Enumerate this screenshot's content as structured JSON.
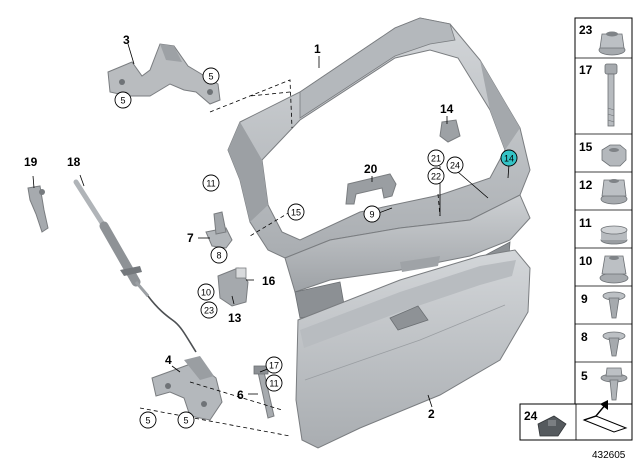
{
  "diagram": {
    "document_number": "432605",
    "callouts": [
      {
        "id": "c1",
        "label": "1"
      },
      {
        "id": "c2",
        "label": "2"
      },
      {
        "id": "c3",
        "label": "3"
      },
      {
        "id": "c4",
        "label": "4"
      },
      {
        "id": "c6",
        "label": "6"
      },
      {
        "id": "c7",
        "label": "7"
      },
      {
        "id": "c13",
        "label": "13"
      },
      {
        "id": "c14",
        "label": "14"
      },
      {
        "id": "c16",
        "label": "16"
      },
      {
        "id": "c18",
        "label": "18"
      },
      {
        "id": "c19",
        "label": "19"
      },
      {
        "id": "c20",
        "label": "20"
      }
    ],
    "circled_callouts": [
      {
        "id": "k5a",
        "label": "5"
      },
      {
        "id": "k5b",
        "label": "5"
      },
      {
        "id": "k11a",
        "label": "11"
      },
      {
        "id": "k15",
        "label": "15"
      },
      {
        "id": "k8",
        "label": "8"
      },
      {
        "id": "k10",
        "label": "10"
      },
      {
        "id": "k23",
        "label": "23"
      },
      {
        "id": "k9",
        "label": "9"
      },
      {
        "id": "k21",
        "label": "21"
      },
      {
        "id": "k22",
        "label": "22"
      },
      {
        "id": "k24",
        "label": "24"
      },
      {
        "id": "k14",
        "label": "14"
      },
      {
        "id": "k17",
        "label": "17"
      },
      {
        "id": "k11b",
        "label": "11"
      },
      {
        "id": "k5c",
        "label": "5"
      },
      {
        "id": "k5d",
        "label": "5"
      }
    ],
    "sidebar_parts": [
      {
        "label": "23",
        "icon": "flange-nut-icon"
      },
      {
        "label": "17",
        "icon": "long-bolt-icon"
      },
      {
        "label": "15",
        "icon": "hex-nut-icon"
      },
      {
        "label": "12",
        "icon": "collar-nut-icon"
      },
      {
        "label": "11",
        "icon": "cap-plug-icon"
      },
      {
        "label": "10",
        "icon": "cage-nut-icon"
      },
      {
        "label": "9",
        "icon": "screw-icon"
      },
      {
        "label": "8",
        "icon": "screw-icon"
      },
      {
        "label": "5",
        "icon": "washer-screw-icon"
      }
    ],
    "bottom_parts": [
      {
        "label": "24",
        "icon": "clip-bracket-icon"
      },
      {
        "label": "",
        "icon": "sealing-strip-icon"
      }
    ],
    "colors": {
      "part_fill": "#c5c8cb",
      "part_dark": "#8e9296",
      "highlight": "#34c3c6",
      "border": "#000000"
    }
  }
}
